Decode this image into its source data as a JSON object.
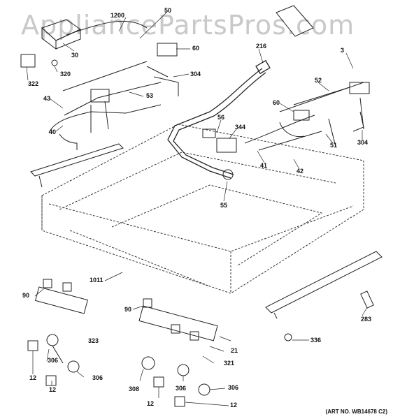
{
  "watermark": "AppliancePartsPros.com",
  "art_number": "(ART NO. WB14678 C2)",
  "callouts": {
    "c1200": "1200",
    "c50": "50",
    "c30": "30",
    "c320": "320",
    "c322": "322",
    "c60a": "60",
    "c304a": "304",
    "c216": "216",
    "c3": "3",
    "c52": "52",
    "c43": "43",
    "c53": "53",
    "c40": "40",
    "c56": "56",
    "c344": "344",
    "c60b": "60",
    "c51": "51",
    "c304b": "304",
    "c41": "41",
    "c42": "42",
    "c55": "55",
    "c1011": "1011",
    "c90a": "90",
    "c90b": "90",
    "c323": "323",
    "c283": "283",
    "c336": "336",
    "c306a": "306",
    "c12a": "12",
    "c306b": "306",
    "c12b": "12",
    "c21": "21",
    "c321": "321",
    "c308": "308",
    "c306c": "306",
    "c306d": "306",
    "c12c": "12",
    "c12d": "12"
  }
}
